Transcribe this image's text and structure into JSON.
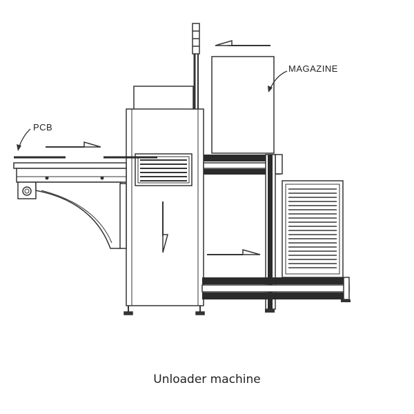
{
  "labels": {
    "magazine": "MAGAZINE",
    "pcb": "PCB"
  },
  "caption": "Unloader machine",
  "colors": {
    "stroke": "#333333",
    "fill": "#ffffff",
    "dark": "#2b2b2b"
  }
}
